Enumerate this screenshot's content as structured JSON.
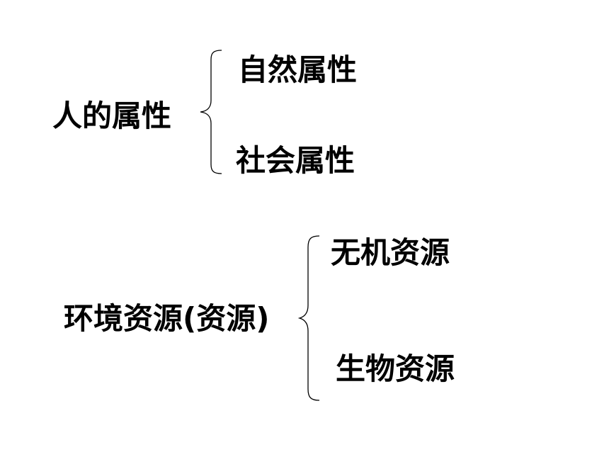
{
  "diagram_1": {
    "root": "人的属性",
    "branches": [
      "自然属性",
      "社会属性"
    ]
  },
  "diagram_2": {
    "root": "环境资源(资源)",
    "branches": [
      "无机资源",
      "生物资源"
    ]
  }
}
